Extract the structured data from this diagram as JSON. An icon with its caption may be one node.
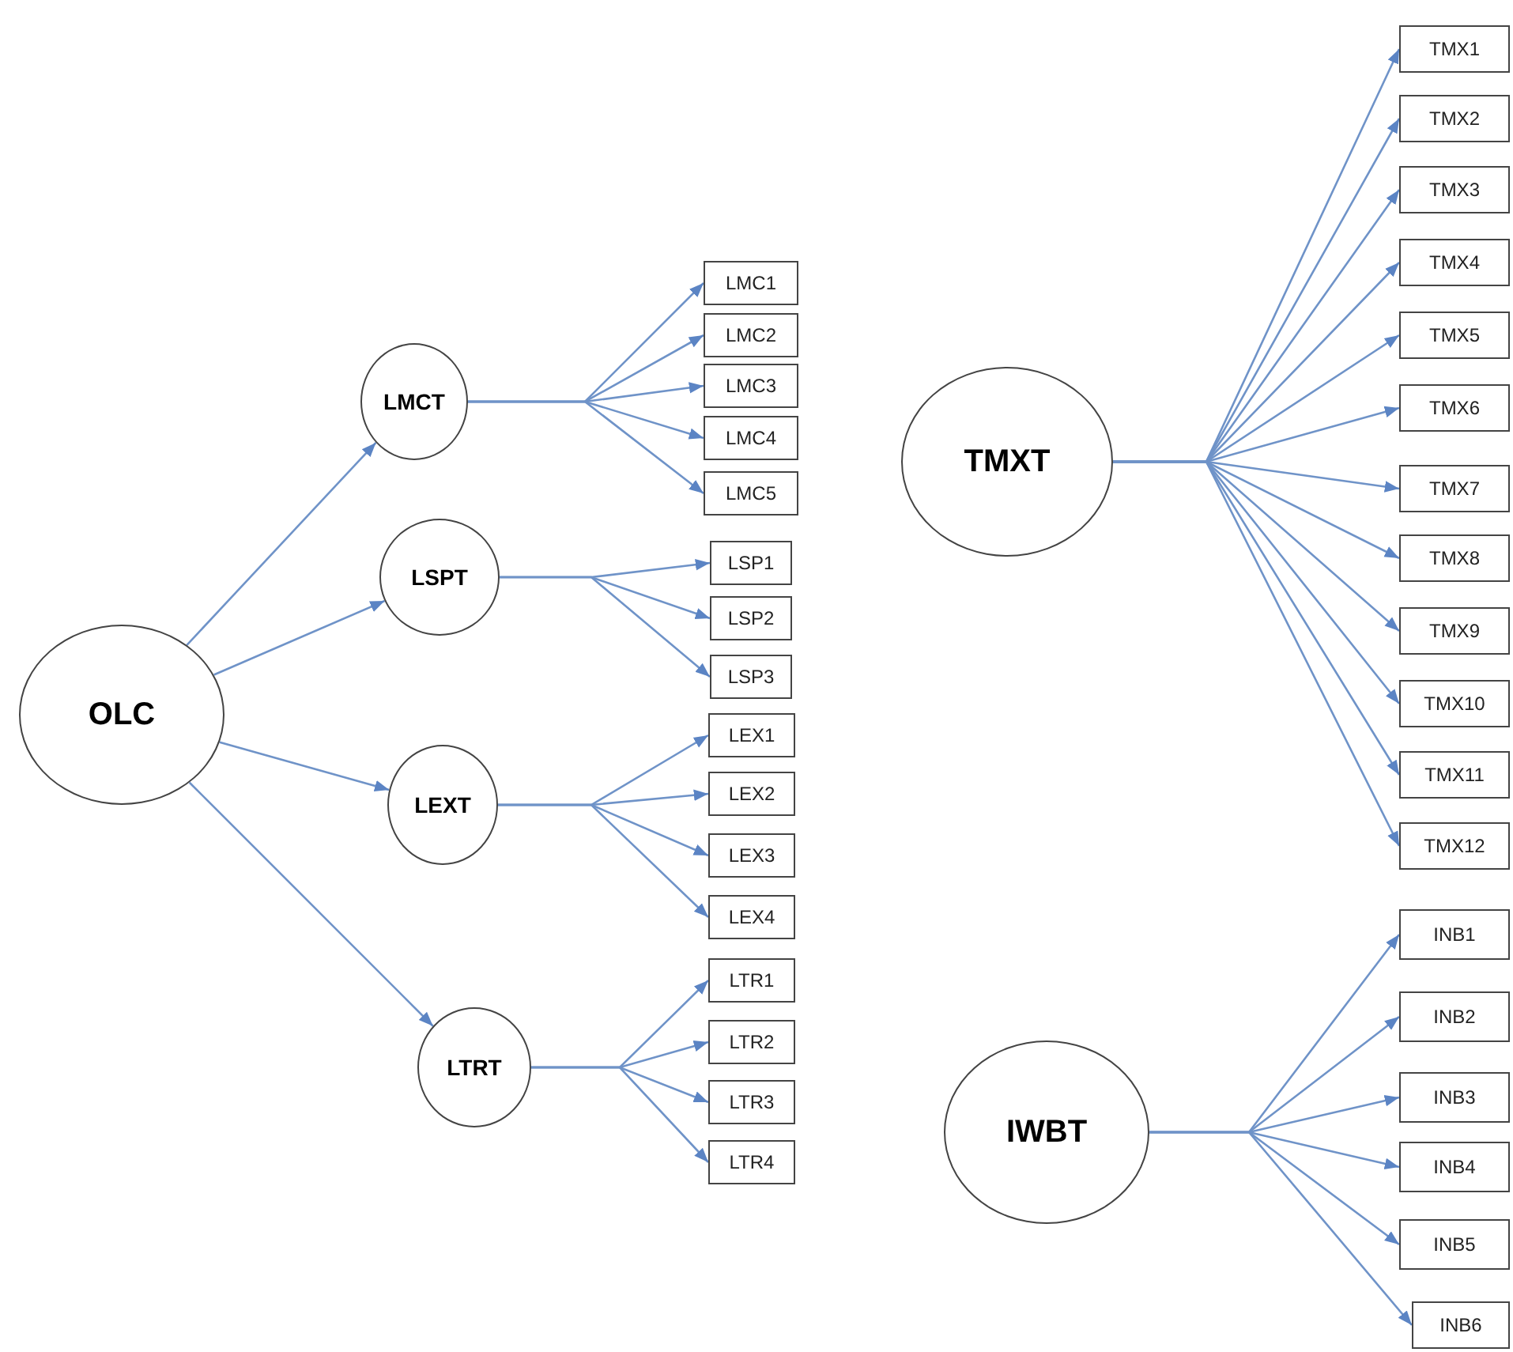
{
  "diagram": {
    "nodes": [
      {
        "text": [
          "OLC"
        ]
      },
      {
        "text": [
          "LMCT"
        ]
      },
      {
        "text": [
          "LMC1"
        ]
      },
      {
        "text": [
          "LMC2"
        ]
      },
      {
        "text": [
          "LMC3"
        ]
      },
      {
        "text": [
          "LMC4"
        ]
      },
      {
        "text": [
          "LMC5"
        ]
      },
      {
        "text": [
          "LSPT"
        ]
      },
      {
        "text": [
          "LSP1"
        ]
      },
      {
        "text": [
          "LSP2"
        ]
      },
      {
        "text": [
          "LSP3"
        ]
      },
      {
        "text": [
          "LEXT"
        ]
      },
      {
        "text": [
          "LEX1"
        ]
      },
      {
        "text": [
          "LEX2"
        ]
      },
      {
        "text": [
          "LEX3"
        ]
      },
      {
        "text": [
          "LEX4"
        ]
      },
      {
        "text": [
          "LTRT"
        ]
      },
      {
        "text": [
          "LTR1"
        ]
      },
      {
        "text": [
          "LTR2"
        ]
      },
      {
        "text": [
          "LTR3"
        ]
      },
      {
        "text": [
          "LTR4"
        ]
      },
      {
        "text": [
          "TMXT"
        ]
      },
      {
        "text": [
          "TMX1"
        ]
      },
      {
        "text": [
          "TMX2"
        ]
      },
      {
        "text": [
          "TMX3"
        ]
      },
      {
        "text": [
          "TMX4"
        ]
      },
      {
        "text": [
          "TMX5"
        ]
      },
      {
        "text": [
          "TMX6"
        ]
      },
      {
        "text": [
          "TMX7"
        ]
      },
      {
        "text": [
          "TMX8"
        ]
      },
      {
        "text": [
          "TMX9"
        ]
      },
      {
        "text": [
          "TMX10"
        ]
      },
      {
        "text": [
          "TMX11"
        ]
      },
      {
        "text": [
          "TMX12"
        ]
      },
      {
        "text": [
          "IWBT"
        ]
      },
      {
        "text": [
          "INB1"
        ]
      },
      {
        "text": [
          "INB2"
        ]
      },
      {
        "text": [
          "INB3"
        ]
      },
      {
        "text": [
          "INB4"
        ]
      },
      {
        "text": [
          "INB5"
        ]
      },
      {
        "text": [
          "INB6"
        ]
      }
    ],
    "edges": [
      {
        "from": 0,
        "to": 1,
        "arrow": "to"
      },
      {
        "from": 0,
        "to": 7,
        "arrow": "to"
      },
      {
        "from": 0,
        "to": 11,
        "arrow": "to"
      },
      {
        "from": 0,
        "to": 16,
        "arrow": "to"
      },
      {
        "from": 1,
        "to": 2,
        "arrow": "to"
      },
      {
        "from": 1,
        "to": 3,
        "arrow": "to"
      },
      {
        "from": 1,
        "to": 4,
        "arrow": "to"
      },
      {
        "from": 1,
        "to": 5,
        "arrow": "to"
      },
      {
        "from": 1,
        "to": 6,
        "arrow": "to"
      },
      {
        "from": 7,
        "to": 8,
        "arrow": "to"
      },
      {
        "from": 7,
        "to": 9,
        "arrow": "to"
      },
      {
        "from": 7,
        "to": 10,
        "arrow": "to"
      },
      {
        "from": 11,
        "to": 12,
        "arrow": "to"
      },
      {
        "from": 11,
        "to": 13,
        "arrow": "to"
      },
      {
        "from": 11,
        "to": 14,
        "arrow": "to"
      },
      {
        "from": 11,
        "to": 15,
        "arrow": "to"
      },
      {
        "from": 16,
        "to": 17,
        "arrow": "to"
      },
      {
        "from": 16,
        "to": 18,
        "arrow": "to"
      },
      {
        "from": 16,
        "to": 19,
        "arrow": "to"
      },
      {
        "from": 16,
        "to": 20,
        "arrow": "to"
      },
      {
        "from": 21,
        "to": 22,
        "arrow": "to"
      },
      {
        "from": 21,
        "to": 23,
        "arrow": "to"
      },
      {
        "from": 21,
        "to": 24,
        "arrow": "to"
      },
      {
        "from": 21,
        "to": 25,
        "arrow": "to"
      },
      {
        "from": 21,
        "to": 26,
        "arrow": "to"
      },
      {
        "from": 21,
        "to": 27,
        "arrow": "to"
      },
      {
        "from": 21,
        "to": 28,
        "arrow": "to"
      },
      {
        "from": 21,
        "to": 29,
        "arrow": "to"
      },
      {
        "from": 21,
        "to": 30,
        "arrow": "to"
      },
      {
        "from": 21,
        "to": 31,
        "arrow": "to"
      },
      {
        "from": 21,
        "to": 32,
        "arrow": "to"
      },
      {
        "from": 21,
        "to": 33,
        "arrow": "to"
      },
      {
        "from": 34,
        "to": 35,
        "arrow": "to"
      },
      {
        "from": 34,
        "to": 36,
        "arrow": "to"
      },
      {
        "from": 34,
        "to": 37,
        "arrow": "to"
      },
      {
        "from": 34,
        "to": 38,
        "arrow": "to"
      },
      {
        "from": 34,
        "to": 39,
        "arrow": "to"
      },
      {
        "from": 34,
        "to": 40,
        "arrow": "to"
      }
    ]
  }
}
